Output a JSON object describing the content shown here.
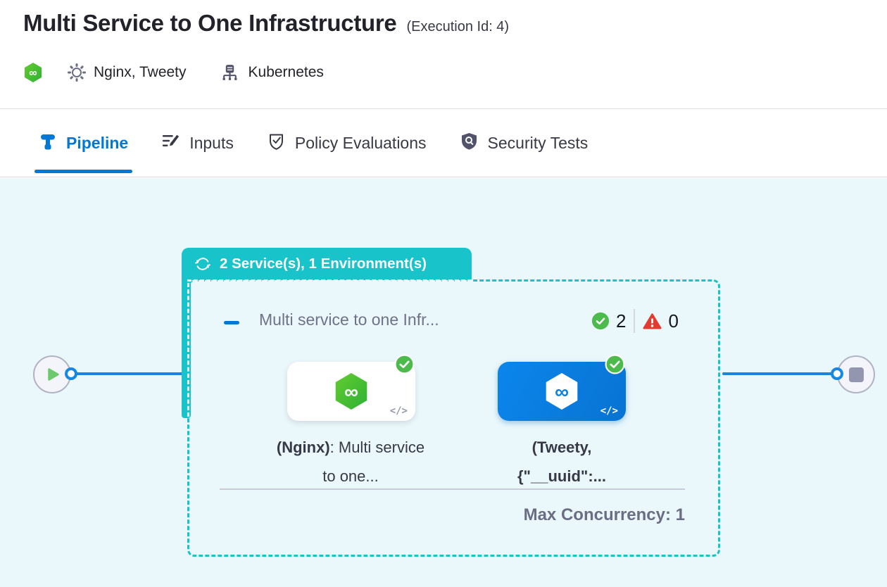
{
  "header": {
    "title": "Multi Service to One Infrastructure",
    "execution_id": "(Execution Id: 4)",
    "services_label": "Nginx, Tweety",
    "infrastructure_label": "Kubernetes"
  },
  "tabs": [
    {
      "label": "Pipeline",
      "active": true
    },
    {
      "label": "Inputs",
      "active": false
    },
    {
      "label": "Policy Evaluations",
      "active": false
    },
    {
      "label": "Security Tests",
      "active": false
    }
  ],
  "pipeline": {
    "loop_badge_label": "2 Service(s), 1 Environment(s)",
    "stage": {
      "title": "Multi service to one Infr...",
      "success_count": "2",
      "failed_count": "0",
      "max_concurrency_label": "Max Concurrency: 1",
      "services": [
        {
          "label_bold": "(Nginx)",
          "label_rest": ": Multi service to one..."
        },
        {
          "label_bold": "(Tweety, {\"__uuid\":...",
          "label_rest": ""
        }
      ],
      "code_glyph": "</>"
    }
  },
  "icons": {
    "harness": "green hexagon with infinity glyph",
    "gear": "settings gear outline",
    "infrastructure": "server on network stand",
    "pipeline_tab": "pipeline plug shape",
    "inputs_tab": "list with pencil",
    "policy_tab": "shield with check",
    "security_tab": "filled shield with scanner",
    "loop": "two circular arrows",
    "success": "green check circle",
    "failure": "red warning triangle",
    "play": "green play triangle",
    "stop": "gray stop square"
  },
  "colors": {
    "accent_teal": "#18c3c9",
    "primary_blue": "#0278d5",
    "edge_blue": "#1787e0",
    "success_green": "#4cbb4c",
    "error_red": "#e23c30",
    "canvas_bg": "#eaf8fc",
    "muted_text": "#6b6d85"
  }
}
